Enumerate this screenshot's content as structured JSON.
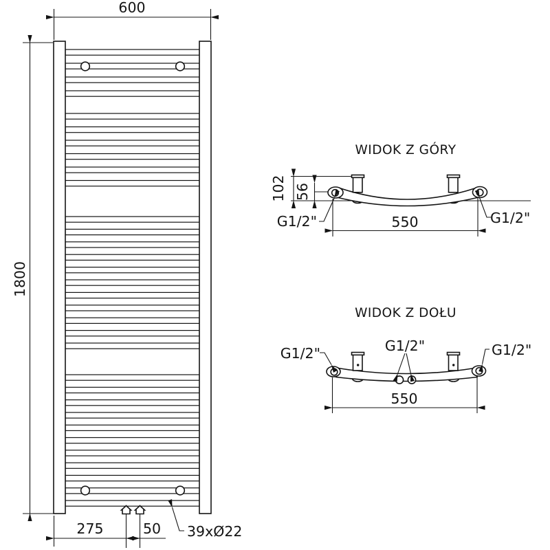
{
  "drawing": {
    "front_view": {
      "width_mm": "600",
      "height_mm": "1800",
      "pipe_offset_mm": "275",
      "pipe_spacing_mm": "50",
      "tubes_spec": "39xØ22"
    },
    "top_view": {
      "title": "WIDOK Z GÓRY",
      "depth_mm": "102",
      "axis_depth_mm": "56",
      "connection_span_mm": "550",
      "left_thread": "G1/2\"",
      "right_thread": "G1/2\""
    },
    "bottom_view": {
      "title": "WIDOK Z DOŁU",
      "connection_span_mm": "550",
      "left_thread": "G1/2\"",
      "center_thread": "G1/2\"",
      "right_thread": "G1/2\""
    }
  }
}
